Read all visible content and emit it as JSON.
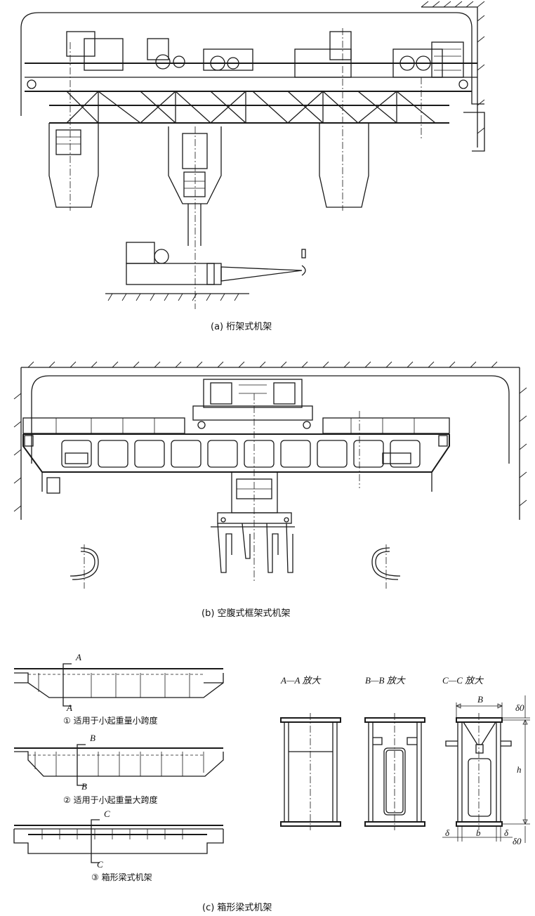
{
  "captions": {
    "a": "(a) 桁架式机架",
    "b": "(b) 空腹式框架式机架",
    "c": "(c) 箱形梁式机架"
  },
  "box_beam": {
    "variants": [
      {
        "section_mark": "A",
        "note": "① 适用于小起重量小跨度"
      },
      {
        "section_mark": "B",
        "note": "② 适用于小起重量大跨度"
      },
      {
        "section_mark": "C",
        "note": "③ 箱形梁式机架"
      }
    ],
    "sections": [
      {
        "title": "A—A 放大"
      },
      {
        "title": "B—B 放大"
      },
      {
        "title": "C—C 放大"
      }
    ],
    "dimensions": {
      "width_top": "B",
      "height": "h",
      "inner_width": "b",
      "web_thickness": "δ",
      "flange_thickness": "δ0"
    }
  }
}
